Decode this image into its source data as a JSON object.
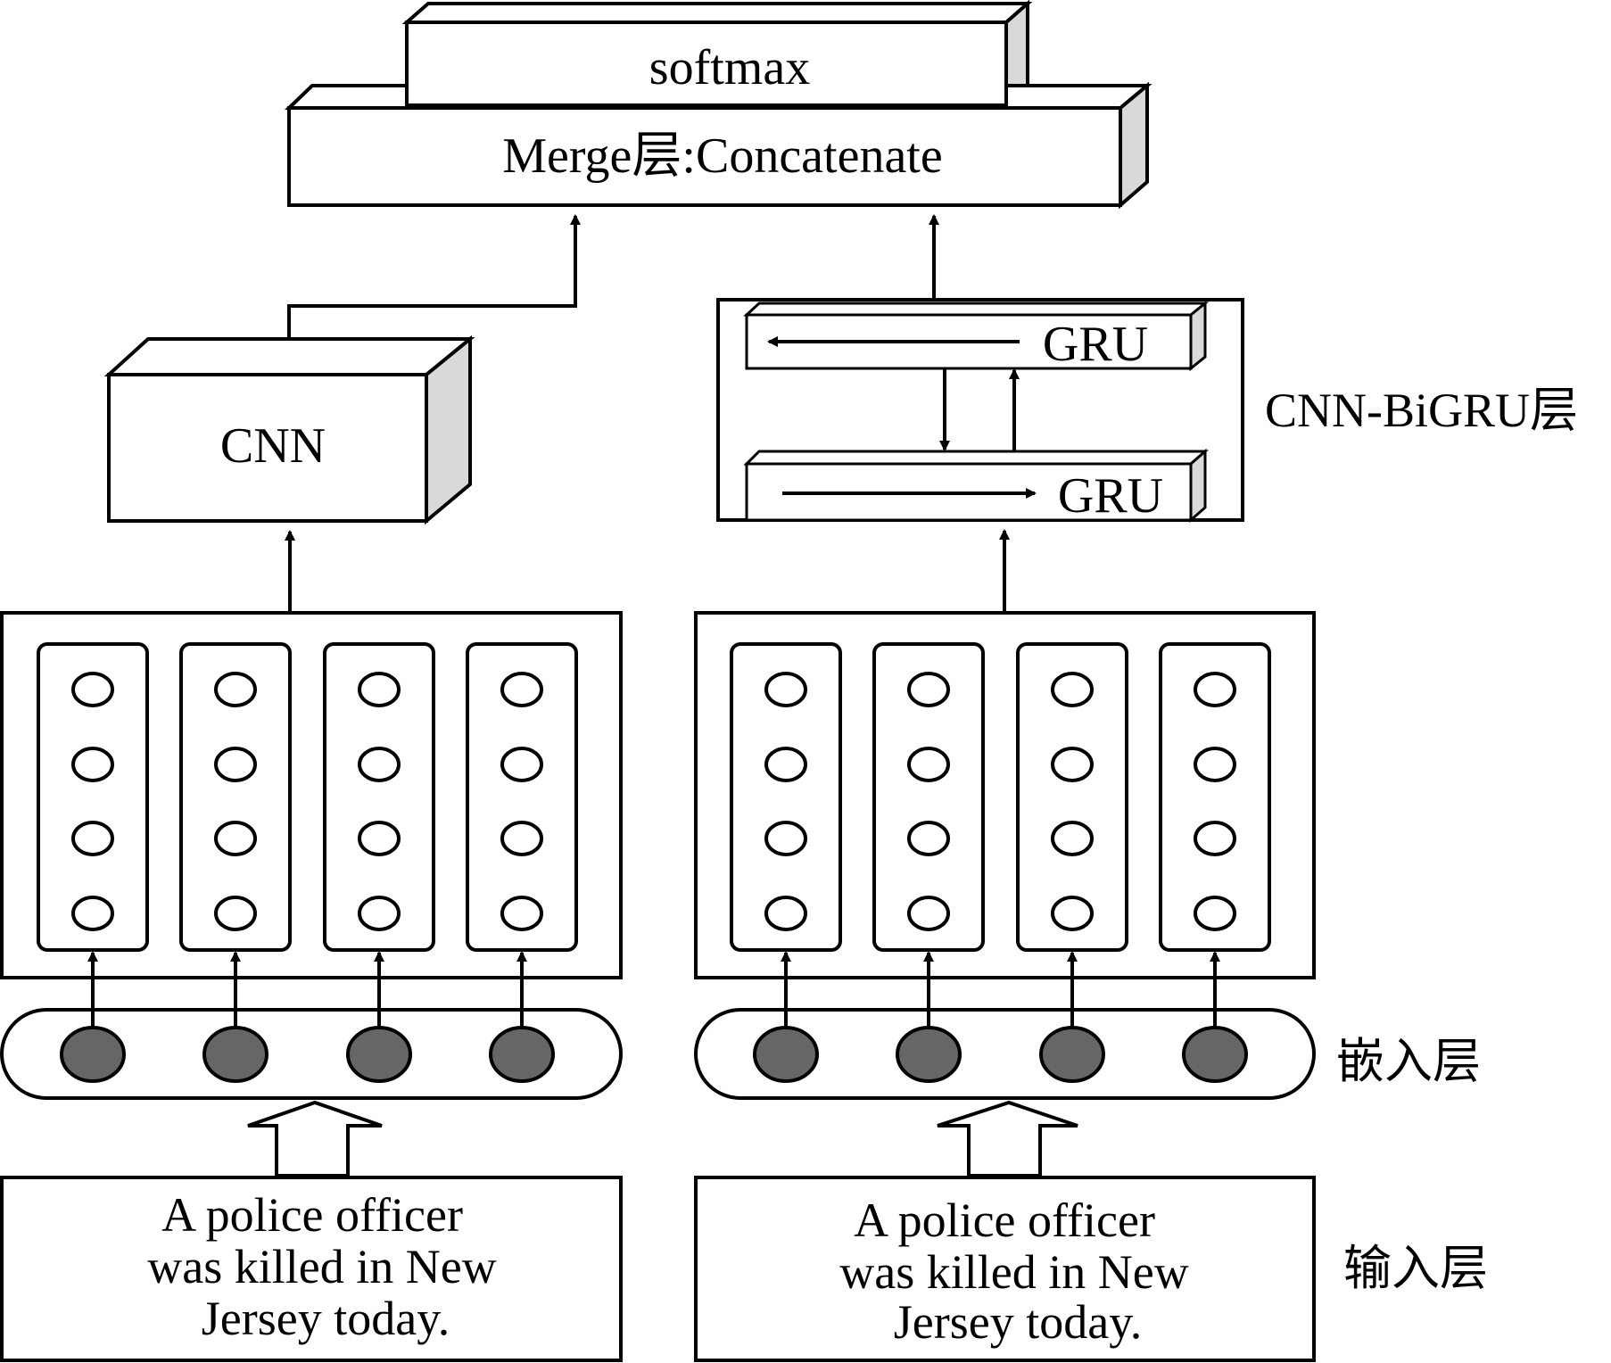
{
  "diagram": {
    "softmax_label": "softmax",
    "merge_label": "Merge层:Concatenate",
    "cnn_label": "CNN",
    "gru_top_label": "GRU",
    "gru_bottom_label": "GRU",
    "bigru_layer_label": "CNN-BiGRU层",
    "embedding_layer_label": "嵌入层",
    "input_layer_label": "输入层",
    "left_input": [
      "A police officer",
      "was killed in New",
      "Jersey today."
    ],
    "right_input": [
      "A police officer",
      "was killed in New",
      "Jersey today."
    ],
    "colors": {
      "stroke": "#000000",
      "node_fill": "#ffffff",
      "embed_fill": "#666666",
      "box_side": "#d9d9d9"
    }
  }
}
